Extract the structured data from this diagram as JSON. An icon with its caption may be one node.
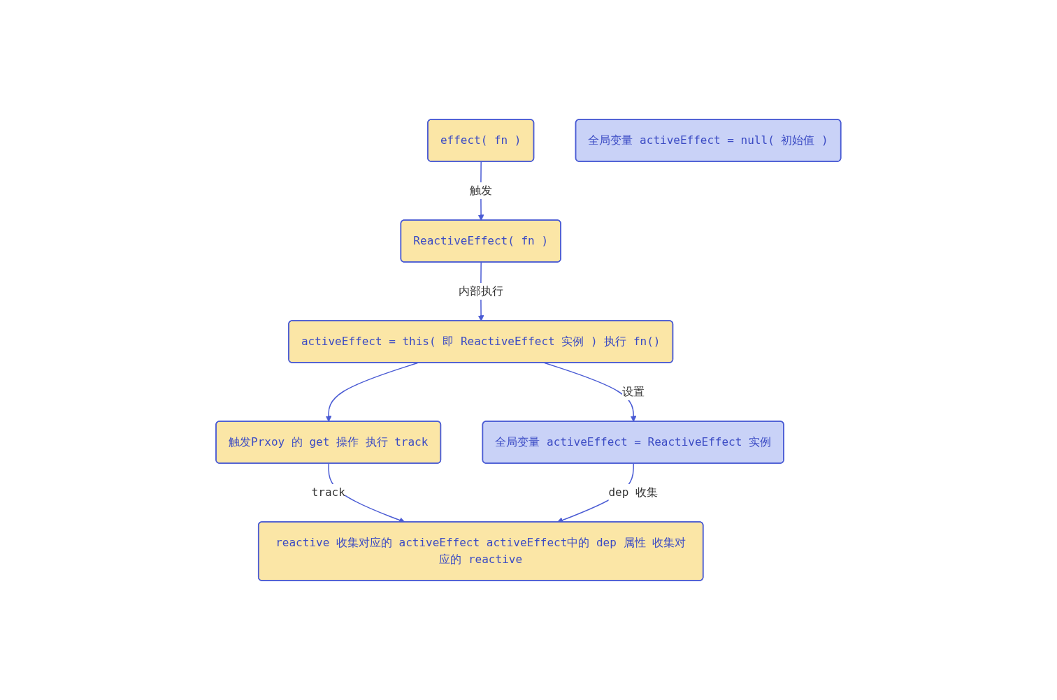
{
  "diagram": {
    "nodes": [
      {
        "text": [
          "effect( fn )"
        ]
      },
      {
        "text": [
          "ReactiveEffect( fn )"
        ]
      },
      {
        "text": [
          "activeEffect = this( 即 ReactiveEffect 实例 ) 执行 fn()"
        ]
      },
      {
        "text": [
          "触发Prxoy 的 get 操作 执行 track"
        ]
      },
      {
        "text": [
          "reactive 收集对应的 activeEffect activeEffect中的 dep 属性 收集对应的 reactive"
        ]
      },
      {
        "text": [
          "全局变量 activeEffect = null( 初始值 )"
        ]
      },
      {
        "text": [
          "全局变量 activeEffect = ReactiveEffect 实例"
        ]
      }
    ],
    "edges": [
      {
        "from": 0,
        "to": 1,
        "arrow": "to",
        "label": "触发"
      },
      {
        "from": 1,
        "to": 2,
        "arrow": "to",
        "label": "内部执行"
      },
      {
        "from": 2,
        "to": 6,
        "arrow": "to",
        "label": "设置"
      },
      {
        "from": 2,
        "to": 3,
        "arrow": "to"
      },
      {
        "from": 3,
        "to": 4,
        "arrow": "to",
        "label": "track"
      },
      {
        "from": 6,
        "to": 4,
        "arrow": "to",
        "label": "dep 收集"
      }
    ]
  }
}
